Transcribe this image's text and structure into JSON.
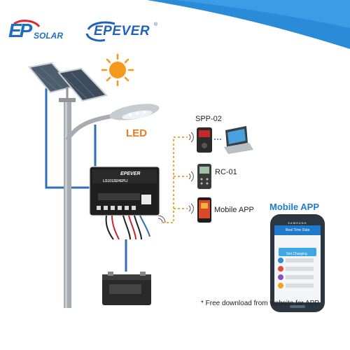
{
  "logos": {
    "epsolar_mark": "EP",
    "epsolar_text": "SOLAR",
    "epever_text": "EPEVER",
    "registered_mark": "®"
  },
  "labels": {
    "led": "LED",
    "spp": "SPP-02",
    "rc": "RC-01",
    "mobile_app": "Mobile APP",
    "mobile_app_title": "Mobile APP",
    "footnote": "* Free download from website for APP."
  },
  "controller": {
    "brand": "EPEVER",
    "model": "LS1012EHEPLI"
  },
  "phone": {
    "brand": "SAMSUNG",
    "header": "Real Time Data",
    "status": "Not Charging"
  },
  "colors": {
    "swoosh_blue": "#2a8bd8",
    "wire_blue": "#2f6fb3",
    "dash_orange": "#f0a93e",
    "led_orange": "#ee7a1a",
    "app_blue": "#1f7acb"
  },
  "icons": [
    "sun-icon",
    "solar-panel-icon",
    "street-lamp-icon",
    "charge-controller-icon",
    "battery-icon",
    "wifi-icon",
    "laptop-icon",
    "remote-meter-icon",
    "smartphone-icon"
  ]
}
